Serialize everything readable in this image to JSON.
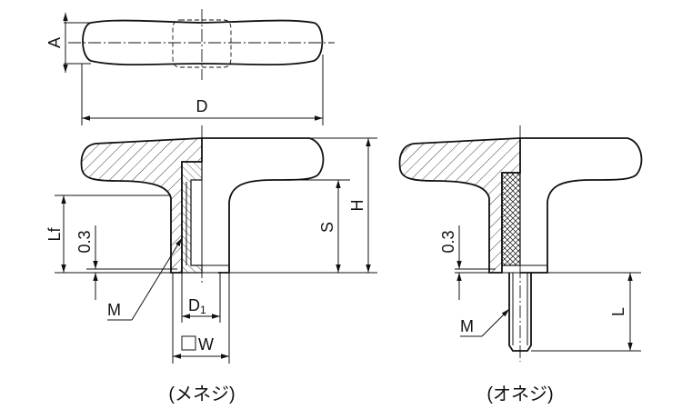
{
  "labels": {
    "A": "A",
    "D": "D",
    "H": "H",
    "S": "S",
    "Lf": "Lf",
    "t03_left": "0.3",
    "t03_right": "0.3",
    "M_left": "M",
    "M_right": "M",
    "D1": "D",
    "D1_sub": "1",
    "W": "W",
    "L": "L"
  },
  "captions": {
    "female": "(メネジ)",
    "male": "(オネジ)"
  },
  "colors": {
    "ink": "#111111",
    "background": "#ffffff"
  }
}
